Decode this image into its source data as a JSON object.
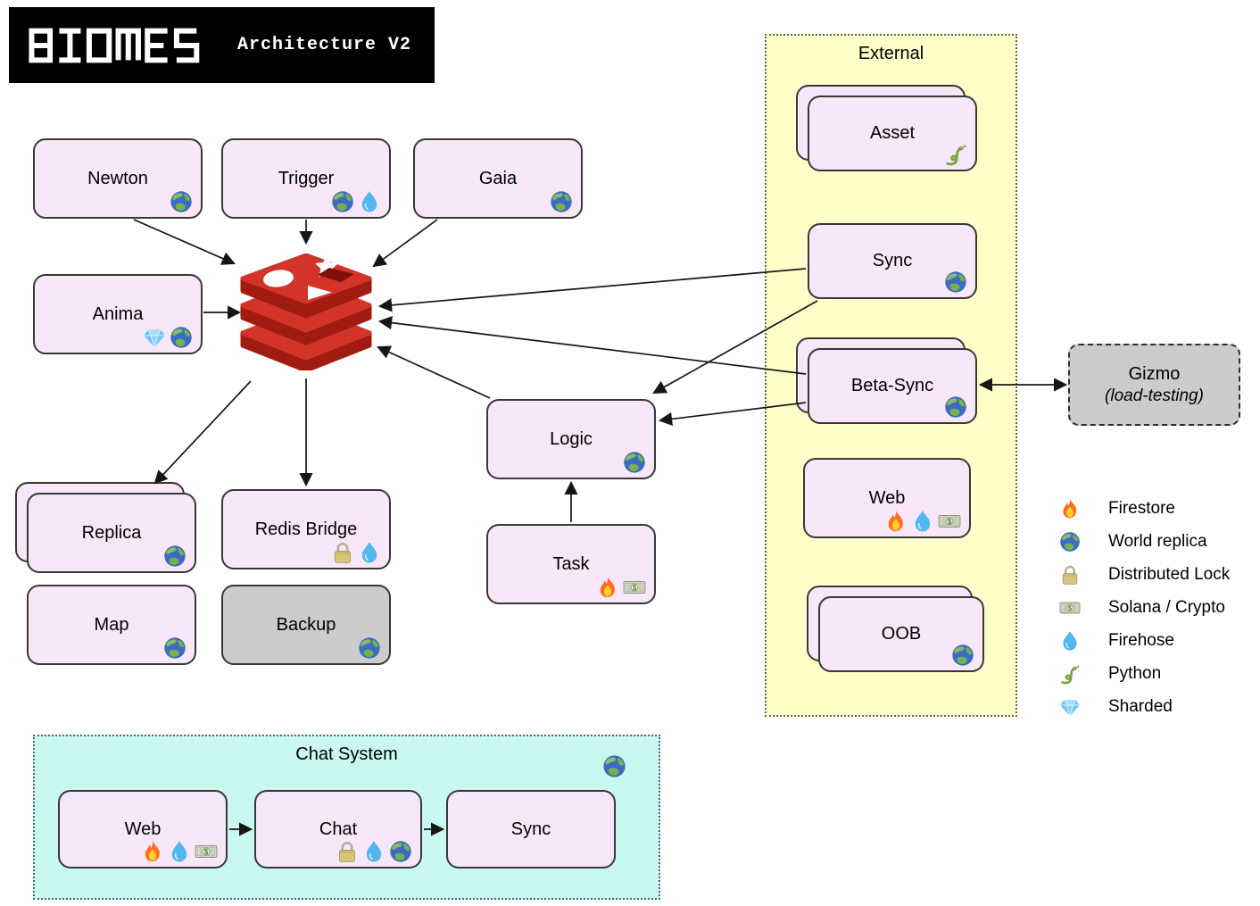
{
  "header": {
    "logo": "BIOMES",
    "subtitle": "Architecture V2"
  },
  "containers": {
    "external": {
      "label": "External"
    },
    "chat_system": {
      "label": "Chat System",
      "corner_icon": "world-replica"
    }
  },
  "nodes": {
    "newton": {
      "label": "Newton",
      "icons": [
        "world-replica"
      ]
    },
    "trigger": {
      "label": "Trigger",
      "icons": [
        "world-replica",
        "firehose"
      ]
    },
    "gaia": {
      "label": "Gaia",
      "icons": [
        "world-replica"
      ]
    },
    "anima": {
      "label": "Anima",
      "icons": [
        "sharded",
        "world-replica"
      ]
    },
    "replica": {
      "label": "Replica",
      "icons": [
        "world-replica"
      ],
      "stacked": true
    },
    "map": {
      "label": "Map",
      "icons": [
        "world-replica"
      ]
    },
    "redis_bridge": {
      "label": "Redis Bridge",
      "icons": [
        "distributed-lock",
        "firehose"
      ]
    },
    "backup": {
      "label": "Backup",
      "icons": [
        "world-replica"
      ],
      "gray": true
    },
    "logic": {
      "label": "Logic",
      "icons": [
        "world-replica"
      ]
    },
    "task": {
      "label": "Task",
      "icons": [
        "firestore",
        "solana-crypto"
      ]
    },
    "asset": {
      "label": "Asset",
      "icons": [
        "python"
      ],
      "stacked": true
    },
    "sync_external": {
      "label": "Sync",
      "icons": [
        "world-replica"
      ]
    },
    "beta_sync": {
      "label": "Beta-Sync",
      "icons": [
        "world-replica"
      ],
      "stacked": true
    },
    "web_external": {
      "label": "Web",
      "icons": [
        "firestore",
        "firehose",
        "solana-crypto"
      ]
    },
    "oob": {
      "label": "OOB",
      "icons": [
        "world-replica"
      ],
      "stacked": true
    },
    "gizmo": {
      "label": "Gizmo",
      "sublabel": "(load-testing)",
      "gray": true,
      "dashed": true
    },
    "chat_web": {
      "label": "Web",
      "icons": [
        "firestore",
        "firehose",
        "solana-crypto"
      ]
    },
    "chat_chat": {
      "label": "Chat",
      "icons": [
        "distributed-lock",
        "firehose",
        "world-replica"
      ]
    },
    "chat_sync": {
      "label": "Sync",
      "icons": []
    },
    "redis": {
      "label": "",
      "icon": "redis-database"
    }
  },
  "legend": {
    "items": [
      {
        "icon": "firestore",
        "label": "Firestore"
      },
      {
        "icon": "world-replica",
        "label": "World replica"
      },
      {
        "icon": "distributed-lock",
        "label": "Distributed Lock"
      },
      {
        "icon": "solana-crypto",
        "label": "Solana / Crypto"
      },
      {
        "icon": "firehose",
        "label": "Firehose"
      },
      {
        "icon": "python",
        "label": "Python"
      },
      {
        "icon": "sharded",
        "label": "Sharded"
      }
    ]
  },
  "edges": [
    {
      "from": "newton",
      "to": "redis"
    },
    {
      "from": "trigger",
      "to": "redis"
    },
    {
      "from": "gaia",
      "to": "redis"
    },
    {
      "from": "anima",
      "to": "redis"
    },
    {
      "from": "redis",
      "to": "replica"
    },
    {
      "from": "redis",
      "to": "redis_bridge"
    },
    {
      "from": "logic",
      "to": "redis"
    },
    {
      "from": "task",
      "to": "logic"
    },
    {
      "from": "sync_external",
      "to": "redis"
    },
    {
      "from": "sync_external",
      "to": "logic"
    },
    {
      "from": "beta_sync",
      "to": "redis"
    },
    {
      "from": "beta_sync",
      "to": "logic"
    },
    {
      "from": "beta_sync",
      "to": "gizmo",
      "bidirectional": true
    },
    {
      "from": "chat_web",
      "to": "chat_chat"
    },
    {
      "from": "chat_chat",
      "to": "chat_sync"
    }
  ],
  "colors": {
    "node_fill": "#F8E7F8",
    "node_border": "#383838",
    "external_fill": "#FFFFC9",
    "chat_fill": "#C9F8F1",
    "gray_fill": "#CCCCCC",
    "redis_red": "#D2342A",
    "redis_dark": "#A11B10",
    "banner_bg": "#000000",
    "banner_text": "#FFFFFF",
    "arrow": "#161616"
  }
}
